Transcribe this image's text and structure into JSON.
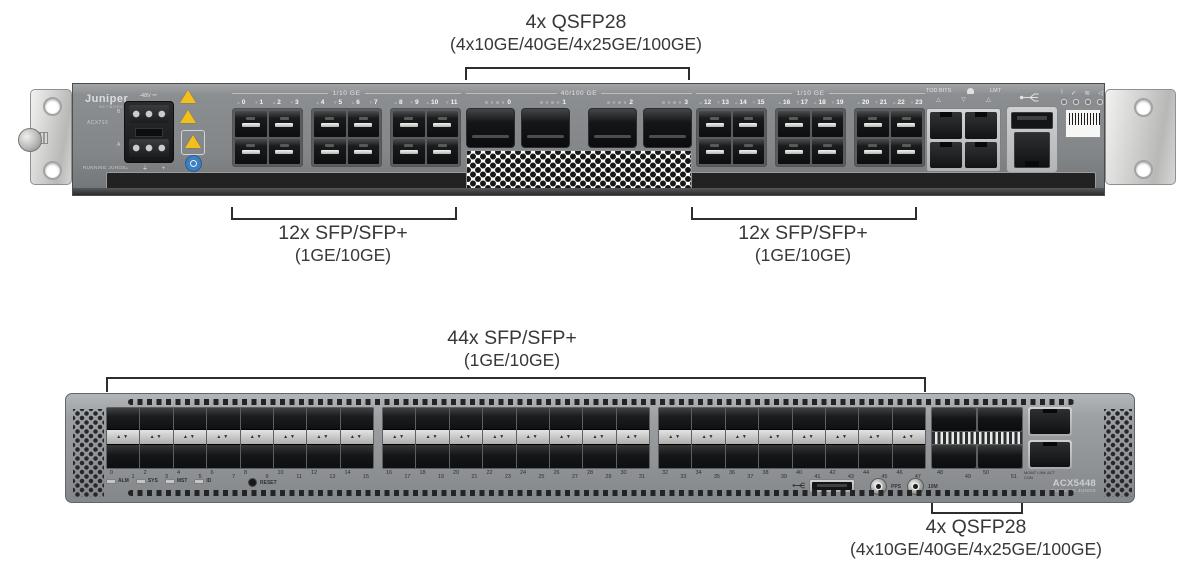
{
  "colors": {
    "annotation": "#383838",
    "panel_top_switch": "#84878a",
    "panel_bottom_switch": "#939699",
    "warning_yellow": "#f2c01d",
    "info_blue": "#3f7fc1",
    "vent_white": "#fafaf9"
  },
  "annotations": {
    "top_qsfp": {
      "line1": "4x QSFP28",
      "line2": "(4x10GE/40GE/4x25GE/100GE)"
    },
    "left_sfp": {
      "line1": "12x SFP/SFP+",
      "line2": "(1GE/10GE)"
    },
    "right_sfp": {
      "line1": "12x SFP/SFP+",
      "line2": "(1GE/10GE)"
    },
    "bottom_sfp": {
      "line1": "44x SFP/SFP+",
      "line2": "(1GE/10GE)"
    },
    "bottom_qsfp": {
      "line1": "4x QSFP28",
      "line2": "(4x10GE/40GE/4x25GE/100GE)"
    }
  },
  "switch_top": {
    "brand": "Juniper",
    "brand_sub": "NETWORKS",
    "model": "ACX710",
    "running": "RUNNING JUNOS",
    "power_label": "-48V ⎓",
    "terminal_b": "B",
    "terminal_a": "A",
    "polarity": "− ⏚ +",
    "left_group_label": "1/10 GE",
    "mid_group_label": "40/100 GE",
    "right_group_label": "1/10 GE",
    "left_ports": [
      [
        "0",
        "1",
        "2",
        "3"
      ],
      [
        "4",
        "5",
        "6",
        "7"
      ],
      [
        "8",
        "9",
        "10",
        "11"
      ]
    ],
    "qsfp_ports": [
      "0",
      "1",
      "2",
      "3"
    ],
    "right_ports": [
      [
        "12",
        "13",
        "14",
        "15"
      ],
      [
        "16",
        "17",
        "18",
        "19"
      ],
      [
        "20",
        "21",
        "22",
        "23"
      ]
    ],
    "tod_label": "TOD BITS",
    "lmt_label": "LMT",
    "tod_triangles": [
      "△",
      "▽",
      "△"
    ],
    "con_label": "CON",
    "status_symbols": [
      "!",
      "✓",
      "≋",
      "◁"
    ]
  },
  "switch_bottom": {
    "model": "ACX5448",
    "running": "RUNNING JUNOS",
    "status_leds": [
      "ALM",
      "SYS",
      "MST",
      "ID"
    ],
    "reset_label": "RESET",
    "sfp_ports": [
      "0",
      "1",
      "2",
      "3",
      "4",
      "5",
      "6",
      "7",
      "8",
      "9",
      "10",
      "11",
      "12",
      "13",
      "14",
      "15",
      "16",
      "17",
      "18",
      "19",
      "20",
      "21",
      "22",
      "23",
      "24",
      "25",
      "26",
      "27",
      "28",
      "29",
      "30",
      "31",
      "32",
      "33",
      "34",
      "35",
      "36",
      "37",
      "38",
      "39",
      "40",
      "41",
      "42",
      "43",
      "44",
      "45",
      "46",
      "47"
    ],
    "qsfp_ports": [
      "48",
      "49",
      "50",
      "51"
    ],
    "mgmt_label": "MGMT",
    "con_label": "CON",
    "link_label": "LINK",
    "act_label": "ACT",
    "pps_label": "PPS",
    "clock_label": "10M"
  }
}
